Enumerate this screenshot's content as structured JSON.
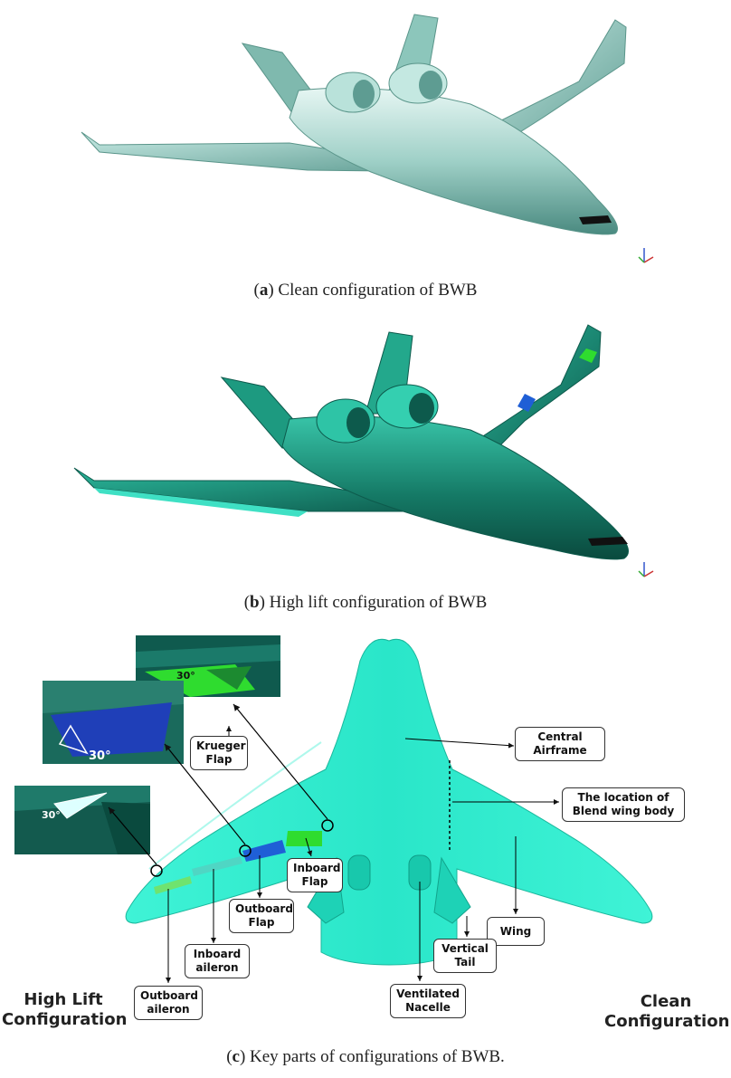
{
  "captions": {
    "a": {
      "letter": "a",
      "text": ") Clean configuration of BWB"
    },
    "b": {
      "letter": "b",
      "text": ") High lift configuration of BWB"
    },
    "c": {
      "letter": "c",
      "text": ") Key parts of configurations of BWB."
    }
  },
  "labels": {
    "central_airframe": "Central\nAirframe",
    "blend_location": "The location of\nBlend wing body",
    "krueger_flap": "Krueger\nFlap",
    "inboard_flap": "Inboard\nFlap",
    "outboard_flap": "Outboard\nFlap",
    "inboard_aileron": "Inboard\naileron",
    "outboard_aileron": "Outboard\naileron",
    "wing": "Wing",
    "vertical_tail": "Vertical\nTail",
    "ventilated_nacelle": "Ventilated\nNacelle",
    "high_lift": "High Lift\nConfiguration",
    "clean": "Clean\nConfiguration",
    "angle_flap": "30°",
    "angle_aileron": "30°",
    "angle_krueger": "30°"
  },
  "colors": {
    "clean_light": "#d8f2ee",
    "clean_mid": "#8fc7bd",
    "clean_dark": "#3f7f76",
    "highlift_dark": "#0c5a4a",
    "highlift_mid": "#1d9a80",
    "highlift_light": "#3fd6bd",
    "aqua": "#29f0d3",
    "flap_blue": "#1f5fd6",
    "flap_green": "#2fdc2f",
    "inset_bg": "#0f5a4e"
  }
}
